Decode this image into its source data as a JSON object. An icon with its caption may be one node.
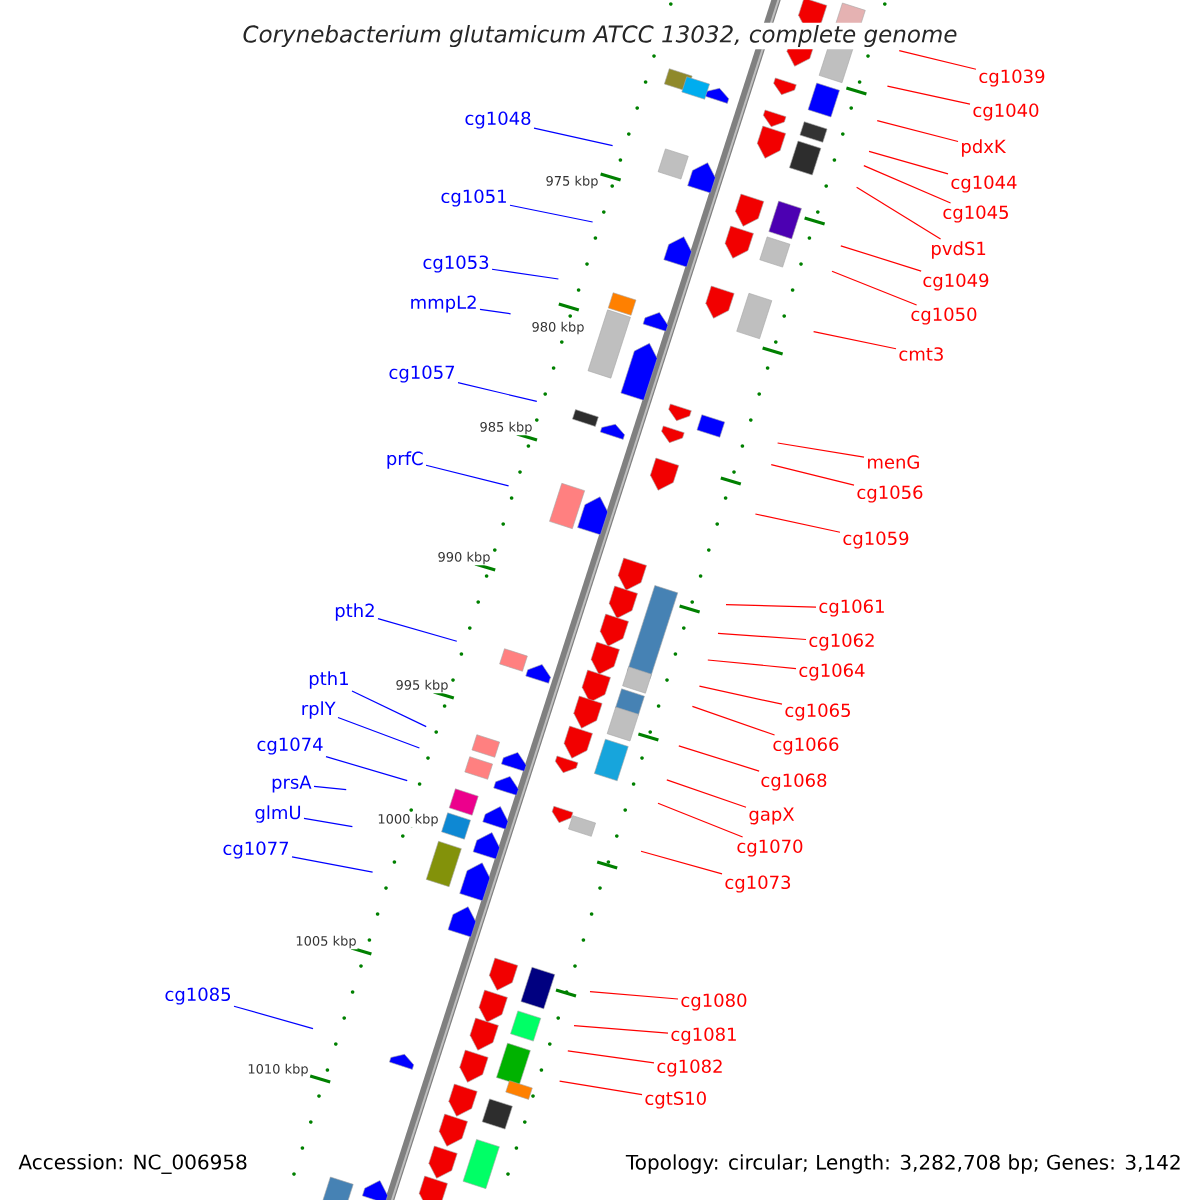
{
  "diagram": {
    "title": "Corynebacterium glutamicum ATCC 13032, complete genome",
    "nodes": [
      {
        "text": [
          "cg1039"
        ]
      },
      {
        "text": [
          "cg1040"
        ]
      },
      {
        "text": [
          "cg1048"
        ]
      },
      {
        "text": [
          "pdxK"
        ]
      },
      {
        "text": [
          "cg1044"
        ]
      },
      {
        "text": [
          "cg1051"
        ]
      },
      {
        "text": [
          "cg1045"
        ]
      },
      {
        "text": [
          "pvdS1"
        ]
      },
      {
        "text": [
          "cg1053"
        ]
      },
      {
        "text": [
          "cg1049"
        ]
      },
      {
        "text": [
          "mmpL2"
        ]
      },
      {
        "text": [
          "cg1050"
        ]
      },
      {
        "text": [
          "cmt3"
        ]
      },
      {
        "text": [
          "cg1057"
        ]
      },
      {
        "text": [
          "prfC"
        ]
      },
      {
        "text": [
          "menG"
        ]
      },
      {
        "text": [
          "cg1056"
        ]
      },
      {
        "text": [
          "cg1059"
        ]
      },
      {
        "text": [
          "cg1061"
        ]
      },
      {
        "text": [
          "pth2"
        ]
      },
      {
        "text": [
          "cg1062"
        ]
      },
      {
        "text": [
          "cg1064"
        ]
      },
      {
        "text": [
          "pth1"
        ]
      },
      {
        "text": [
          "rplY"
        ]
      },
      {
        "text": [
          "cg1065"
        ]
      },
      {
        "text": [
          "cg1074"
        ]
      },
      {
        "text": [
          "cg1066"
        ]
      },
      {
        "text": [
          "cg1068"
        ]
      },
      {
        "text": [
          "prsA"
        ]
      },
      {
        "text": [
          "glmU"
        ]
      },
      {
        "text": [
          "gapX"
        ]
      },
      {
        "text": [
          "cg1070"
        ]
      },
      {
        "text": [
          "cg1077"
        ]
      },
      {
        "text": [
          "cg1073"
        ]
      },
      {
        "text": [
          "cg1085"
        ]
      },
      {
        "text": [
          "cg1080"
        ]
      },
      {
        "text": [
          "cg1081"
        ]
      },
      {
        "text": [
          "cg1082"
        ]
      },
      {
        "text": [
          "cgtS10"
        ]
      }
    ],
    "edges": [
      {
        "from": 0,
        "to": null,
        "arrow": "none"
      },
      {
        "from": 1,
        "to": null,
        "arrow": "none"
      },
      {
        "from": 2,
        "to": null,
        "arrow": "none",
        "color": "#0000ff"
      },
      {
        "from": 3,
        "to": null,
        "arrow": "none"
      },
      {
        "from": 4,
        "to": null,
        "arrow": "none"
      },
      {
        "from": 5,
        "to": null,
        "arrow": "none",
        "color": "#0000ff"
      },
      {
        "from": 6,
        "to": null,
        "arrow": "none"
      },
      {
        "from": 7,
        "to": null,
        "arrow": "none"
      },
      {
        "from": 8,
        "to": null,
        "arrow": "none",
        "color": "#0000ff"
      },
      {
        "from": 9,
        "to": null,
        "arrow": "none"
      },
      {
        "from": 10,
        "to": null,
        "arrow": "none",
        "color": "#0000ff"
      },
      {
        "from": 11,
        "to": null,
        "arrow": "none"
      },
      {
        "from": 12,
        "to": null,
        "arrow": "none"
      },
      {
        "from": 13,
        "to": null,
        "arrow": "none",
        "color": "#0000ff"
      },
      {
        "from": 14,
        "to": null,
        "arrow": "none",
        "color": "#0000ff"
      },
      {
        "from": 15,
        "to": null,
        "arrow": "none"
      },
      {
        "from": 16,
        "to": null,
        "arrow": "none"
      },
      {
        "from": 17,
        "to": null,
        "arrow": "none"
      },
      {
        "from": 18,
        "to": null,
        "arrow": "none"
      },
      {
        "from": 19,
        "to": null,
        "arrow": "none",
        "color": "#0000ff"
      },
      {
        "from": 20,
        "to": null,
        "arrow": "none"
      },
      {
        "from": 21,
        "to": null,
        "arrow": "none"
      },
      {
        "from": 22,
        "to": null,
        "arrow": "none",
        "color": "#0000ff"
      },
      {
        "from": 23,
        "to": null,
        "arrow": "none",
        "color": "#0000ff"
      },
      {
        "from": 24,
        "to": null,
        "arrow": "none"
      },
      {
        "from": 25,
        "to": null,
        "arrow": "none",
        "color": "#0000ff"
      },
      {
        "from": 26,
        "to": null,
        "arrow": "none"
      },
      {
        "from": 27,
        "to": null,
        "arrow": "none"
      },
      {
        "from": 28,
        "to": null,
        "arrow": "none",
        "color": "#0000ff"
      },
      {
        "from": 29,
        "to": null,
        "arrow": "none",
        "color": "#0000ff"
      },
      {
        "from": 30,
        "to": null,
        "arrow": "none"
      },
      {
        "from": 31,
        "to": null,
        "arrow": "none"
      },
      {
        "from": 32,
        "to": null,
        "arrow": "none",
        "color": "#0000ff"
      },
      {
        "from": 33,
        "to": null,
        "arrow": "none"
      },
      {
        "from": 34,
        "to": null,
        "arrow": "none",
        "color": "#0000ff"
      },
      {
        "from": 35,
        "to": null,
        "arrow": "none"
      },
      {
        "from": 36,
        "to": null,
        "arrow": "none"
      },
      {
        "from": 37,
        "to": null,
        "arrow": "none"
      },
      {
        "from": 38,
        "to": null,
        "arrow": "none"
      }
    ],
    "labels": [
      "975 kbp",
      "980 kbp",
      "985 kbp",
      "990 kbp",
      "995 kbp",
      "1000 kbp",
      "1005 kbp",
      "1010 kbp",
      "Accession: NC_006958",
      "Topology: circular; Length: 3,282,708 bp; Genes: 3,142"
    ]
  }
}
